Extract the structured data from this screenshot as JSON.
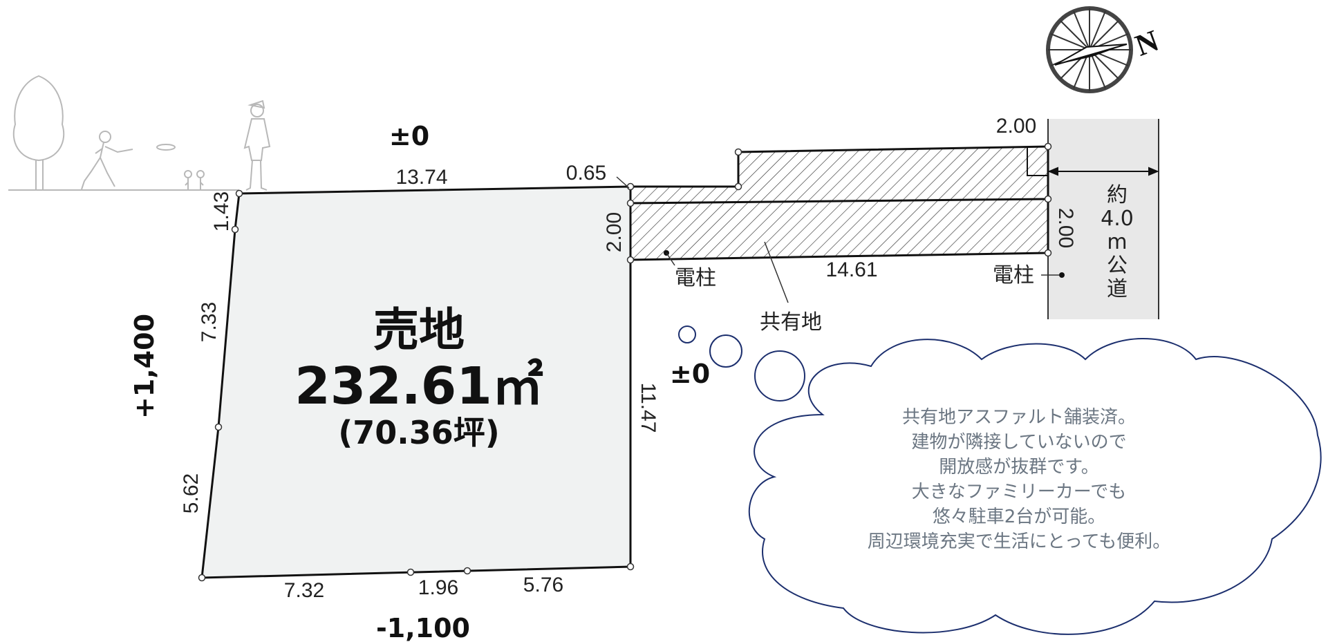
{
  "lot": {
    "title": "売地",
    "area": "232.61㎡",
    "area_tsubo": "(70.36坪)",
    "fill_color": "#f0f2f2"
  },
  "dimensions": {
    "top": "13.74",
    "left_upper": "1.43",
    "left_middle": "7.33",
    "left_lower": "5.62",
    "bottom_left": "7.32",
    "bottom_middle": "1.96",
    "bottom_right": "5.76",
    "right": "11.47",
    "passage_offset": "0.65",
    "passage_width_left": "2.00",
    "passage_width_right": "2.00",
    "passage_length": "14.61",
    "road_offset": "2.00"
  },
  "elevations": {
    "top": "±0",
    "left": "+1,400",
    "bottom": "-1,100",
    "right": "±0"
  },
  "labels": {
    "utility_pole_left": "電柱",
    "utility_pole_right": "電柱",
    "shared_land": "共有地",
    "road": [
      "約",
      "4.0",
      "m",
      "公",
      "道"
    ]
  },
  "compass": {
    "north_label": "N"
  },
  "note": {
    "lines": [
      "共有地アスファルト舗装済。",
      "建物が隣接していないので",
      "開放感が抜群です。",
      "大きなファミリーカーでも",
      "悠々駐車2台が可能。",
      "周辺環境充実で生活にとっても便利。"
    ],
    "border_color": "#1c2f6e",
    "text_color": "#6b7682"
  },
  "colors": {
    "road": "#e8e8e8",
    "line": "#111111",
    "illustration": "#b8b8b8"
  }
}
